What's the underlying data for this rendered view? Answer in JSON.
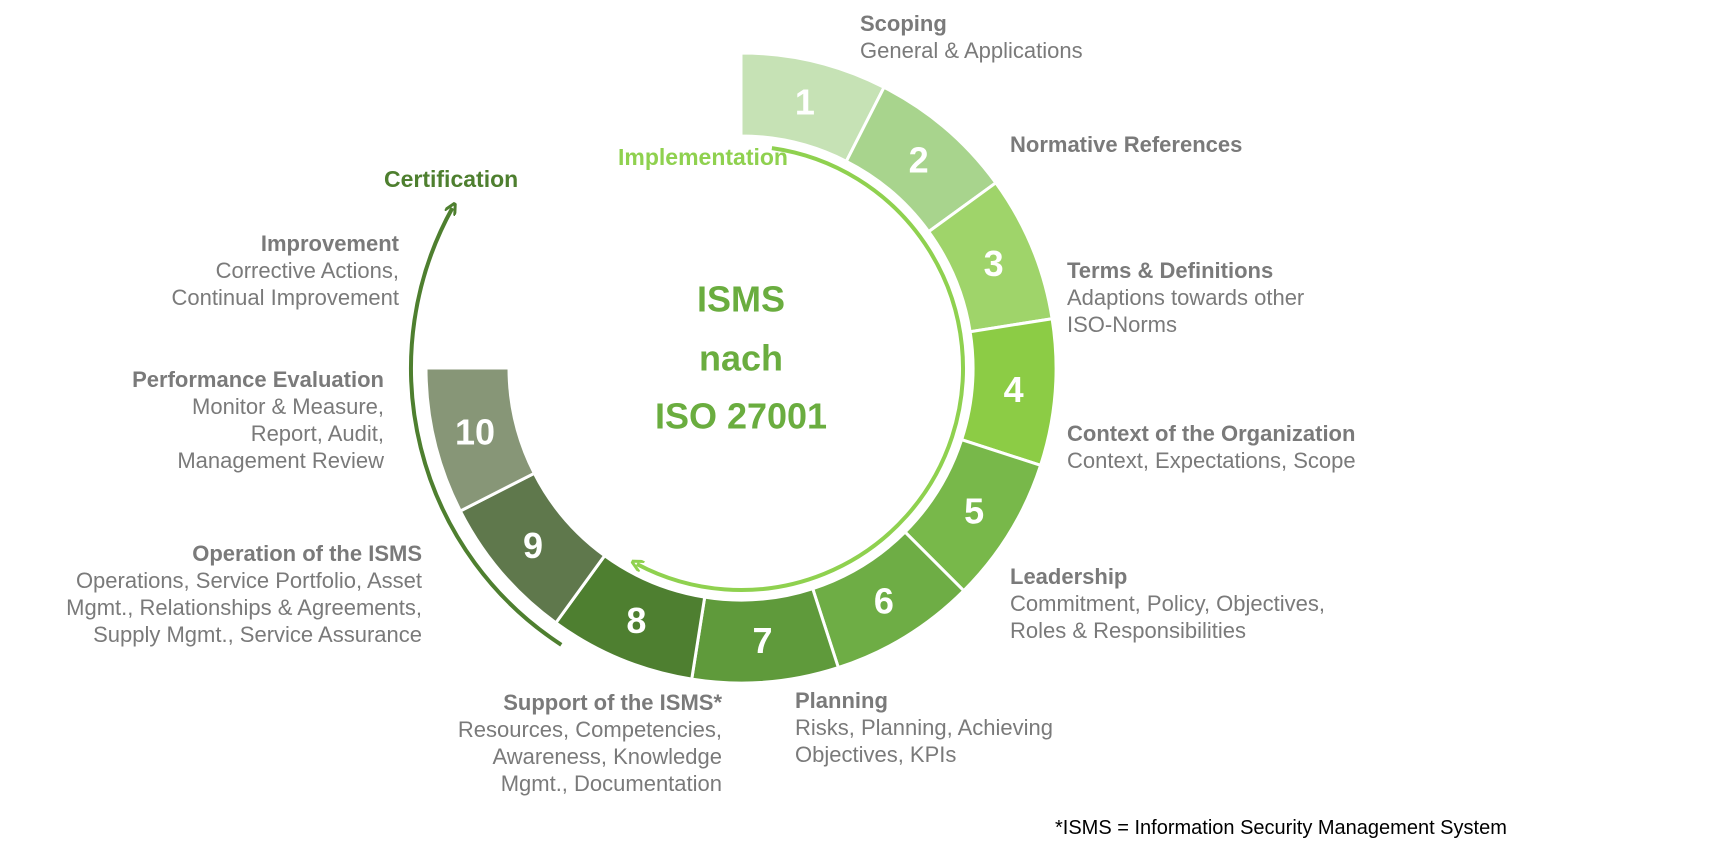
{
  "center": {
    "line1": "ISMS",
    "line2": "nach",
    "line3": "ISO 27001",
    "color": "#6aad3f"
  },
  "phases": {
    "implementation": {
      "label": "Implementation",
      "color": "#8fd14f"
    },
    "certification": {
      "label": "Certification",
      "color": "#4e7f2f"
    }
  },
  "segments": [
    {
      "number": "1",
      "color": "#c6e2b5",
      "title": "Scoping",
      "desc": [
        "General & Applications"
      ]
    },
    {
      "number": "2",
      "color": "#a8d48d",
      "title": "Normative References",
      "desc": []
    },
    {
      "number": "3",
      "color": "#9fd46a",
      "title": "Terms & Definitions",
      "desc": [
        "Adaptions towards other",
        "ISO-Norms"
      ]
    },
    {
      "number": "4",
      "color": "#8ccc45",
      "title": "Context of the Organization",
      "desc": [
        "Context, Expectations, Scope"
      ]
    },
    {
      "number": "5",
      "color": "#78b84a",
      "title": "Leadership",
      "desc": [
        "Commitment, Policy, Objectives,",
        "Roles & Responsibilities"
      ]
    },
    {
      "number": "6",
      "color": "#6ead45",
      "title": "Planning",
      "desc": [
        "Risks, Planning, Achieving",
        "Objectives, KPIs"
      ]
    },
    {
      "number": "7",
      "color": "#5f9a3b",
      "title": "Support of the ISMS*",
      "desc": [
        "Resources, Competencies,",
        "Awareness, Knowledge",
        "Mgmt., Documentation"
      ]
    },
    {
      "number": "8",
      "color": "#4e7f30",
      "title": "Operation of the ISMS",
      "desc": [
        "Operations, Service Portfolio, Asset",
        "Mgmt., Relationships & Agreements,",
        "Supply Mgmt., Service Assurance"
      ]
    },
    {
      "number": "9",
      "color": "#5f784c",
      "title": "Performance Evaluation",
      "desc": [
        "Monitor & Measure,",
        "Report, Audit,",
        "Management Review"
      ]
    },
    {
      "number": "10",
      "color": "#879677",
      "title": "Improvement",
      "desc": [
        "Corrective Actions,",
        "Continual Improvement"
      ]
    }
  ],
  "footnote": "*ISMS = Information Security Management System"
}
